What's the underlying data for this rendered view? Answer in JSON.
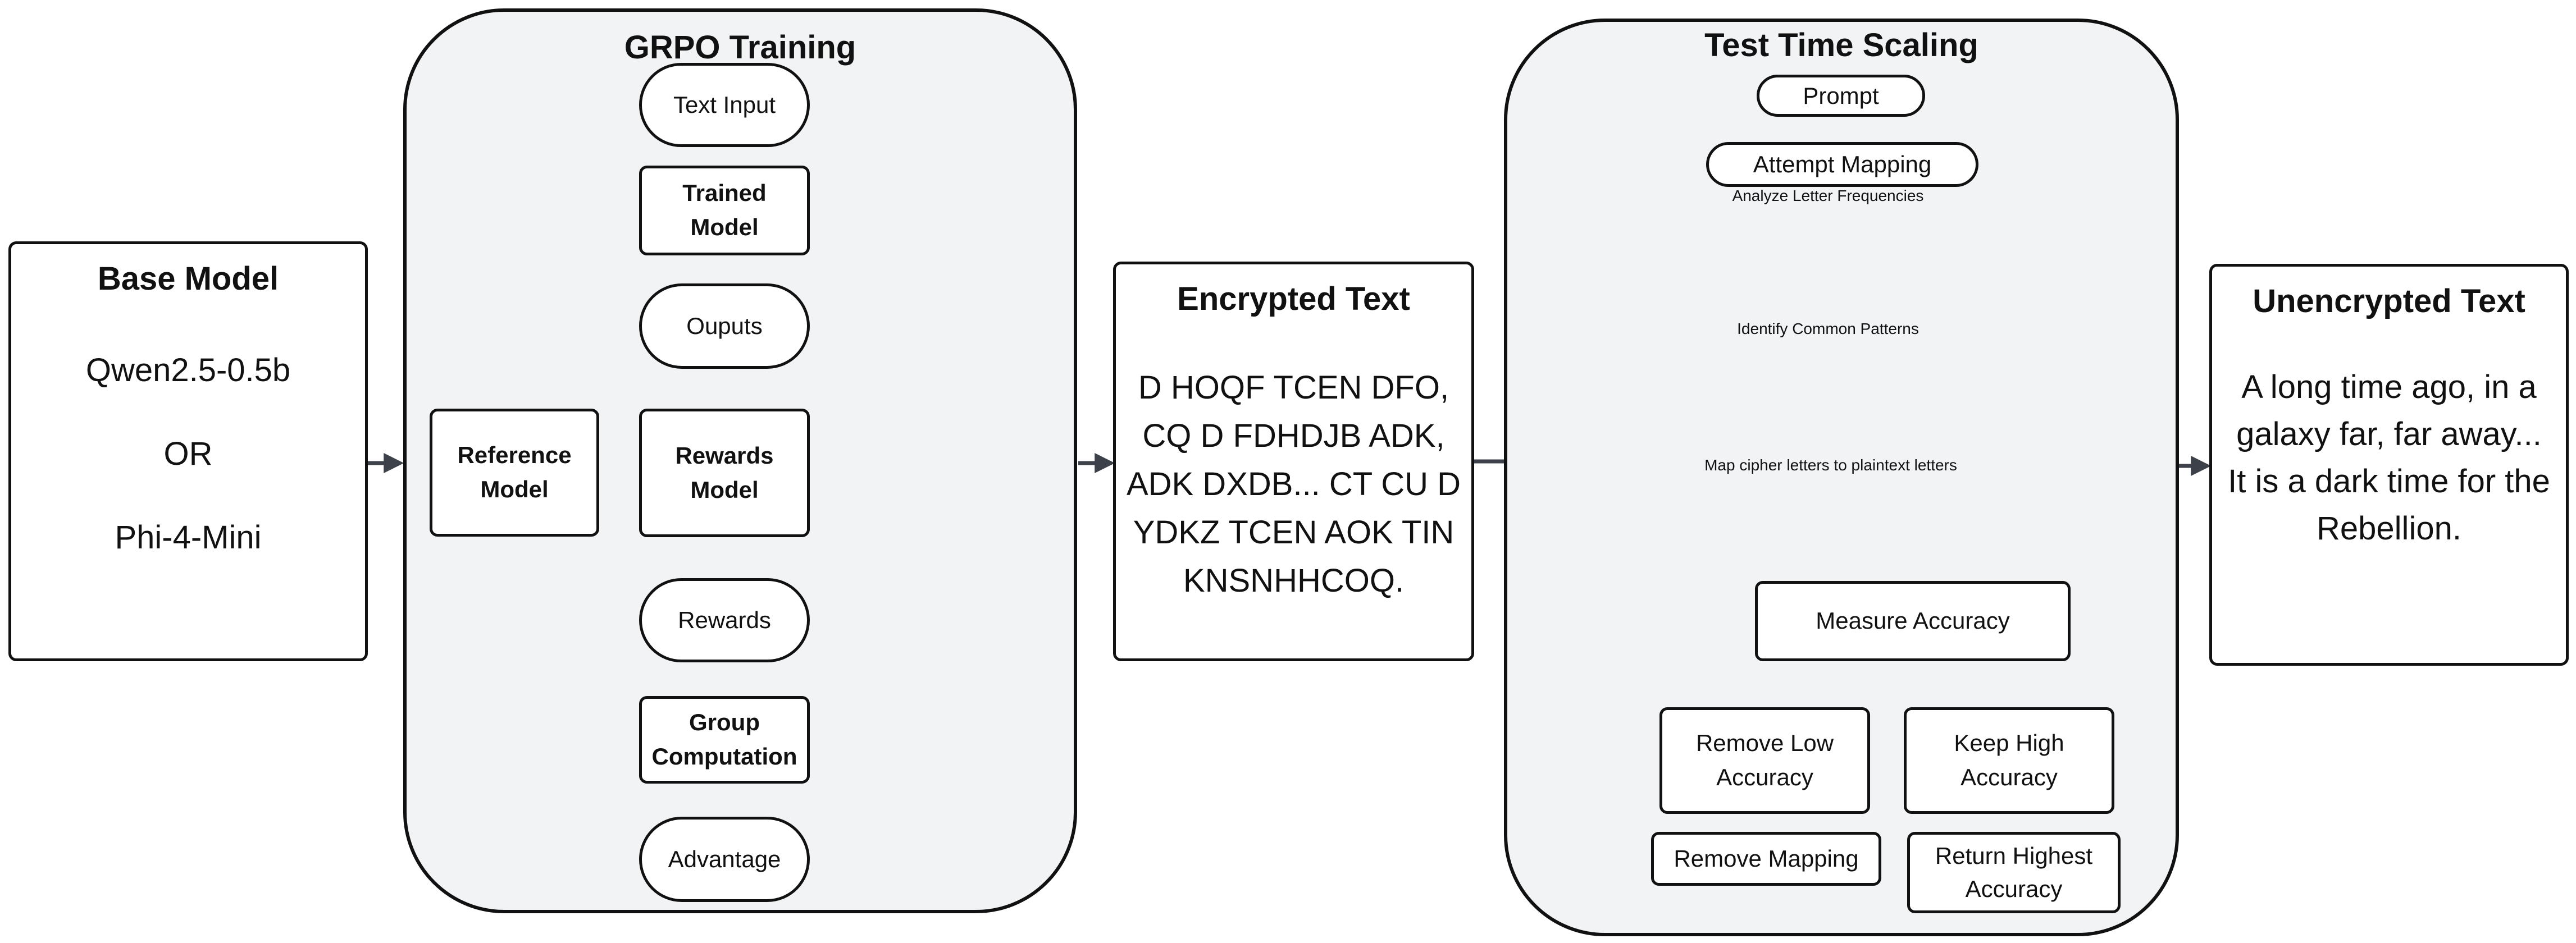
{
  "base_model": {
    "title": "Base Model",
    "option_1": "Qwen2.5-0.5b",
    "or": "OR",
    "option_2": "Phi-4-Mini"
  },
  "grpo": {
    "title": "GRPO Training",
    "text_input": "Text Input",
    "trained_model_l1": "Trained",
    "trained_model_l2": "Model",
    "outputs": "Ouputs",
    "reference_model_l1": "Reference",
    "reference_model_l2": "Model",
    "rewards_model_l1": "Rewards",
    "rewards_model_l2": "Model",
    "rewards": "Rewards",
    "group_computation_l1": "Group",
    "group_computation_l2": "Computation",
    "advantage": "Advantage"
  },
  "encrypted": {
    "title": "Encrypted Text",
    "lines": [
      "D HOQF TCEN DFO,",
      "CQ D FDHDJB ADK,",
      "ADK DXDB... CT CU D",
      "YDKZ TCEN AOK TIN",
      "KNSNHHCOQ."
    ]
  },
  "tts": {
    "title": "Test Time Scaling",
    "prompt": "Prompt",
    "attempt_mapping": "Attempt Mapping",
    "analyze": "Analyze Letter Frequencies",
    "identify": "Identify Common Patterns",
    "map": "Map cipher letters to plaintext letters",
    "measure": "Measure Accuracy",
    "remove_low_l1": "Remove Low",
    "remove_low_l2": "Accuracy",
    "keep_high_l1": "Keep High",
    "keep_high_l2": "Accuracy",
    "remove_mapping": "Remove Mapping",
    "return_highest_l1": "Return Highest",
    "return_highest_l2": "Accuracy"
  },
  "unencrypted": {
    "title": "Unencrypted Text",
    "lines": [
      "A long time ago, in a",
      "galaxy far, far away...",
      "It is a dark time for the",
      "Rebellion."
    ]
  },
  "colors": {
    "line": "#3d4149",
    "red": "#e0201c",
    "green": "#1f8c1f",
    "panel": "#f2f3f5"
  }
}
